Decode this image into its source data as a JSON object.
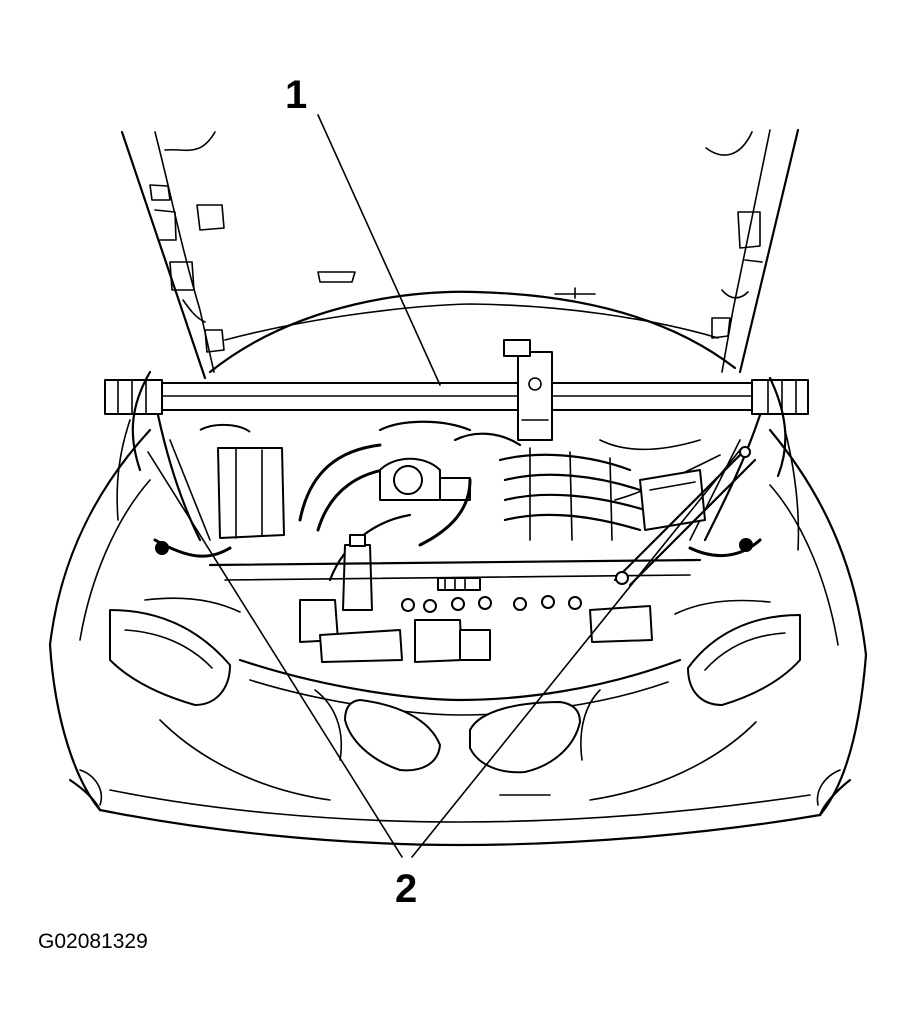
{
  "callouts": {
    "one": "1",
    "two": "2"
  },
  "figure_id": "G02081329"
}
